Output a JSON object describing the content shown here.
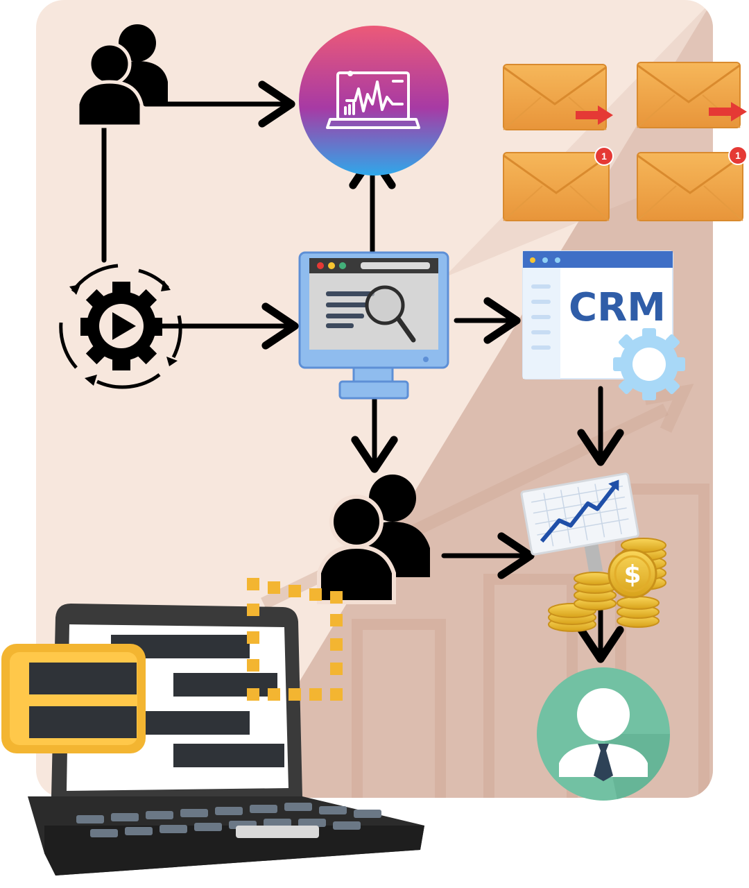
{
  "colors": {
    "panel_light": "#f6e6dc",
    "panel_dark": "#dcbcae",
    "arrow": "#000000",
    "envelope": "#f2a94a",
    "envelope_dark": "#d9892b",
    "badge": "#e53935",
    "monitor_blue": "#7fb0ea",
    "crm_text": "#2f5da8",
    "crm_gear": "#9fd3f5",
    "coin": "#f4c430",
    "avatar_circle": "#6fbf9f",
    "analytics_gradient_top": "#e85a7a",
    "analytics_gradient_mid": "#b03a9e",
    "analytics_gradient_bottom": "#3a9fe8",
    "laptop_body": "#2b2b2b",
    "highlight_yellow": "#f3b531"
  },
  "crm": {
    "label": "CRM"
  },
  "badges": {
    "left": "1",
    "right": "1"
  },
  "coins": {
    "symbol": "$"
  },
  "icons": {
    "team_top": "user-group-icon",
    "analytics": "analytics-dashboard-icon",
    "envelopes": "email-envelope-icon",
    "automation": "automation-gear-play-icon",
    "monitor": "web-analytics-monitor-icon",
    "crm": "crm-window-icon",
    "team_bottom": "user-group-icon",
    "growth": "growth-chart-icon",
    "customer": "customer-avatar-icon",
    "laptop": "laptop-icon"
  }
}
